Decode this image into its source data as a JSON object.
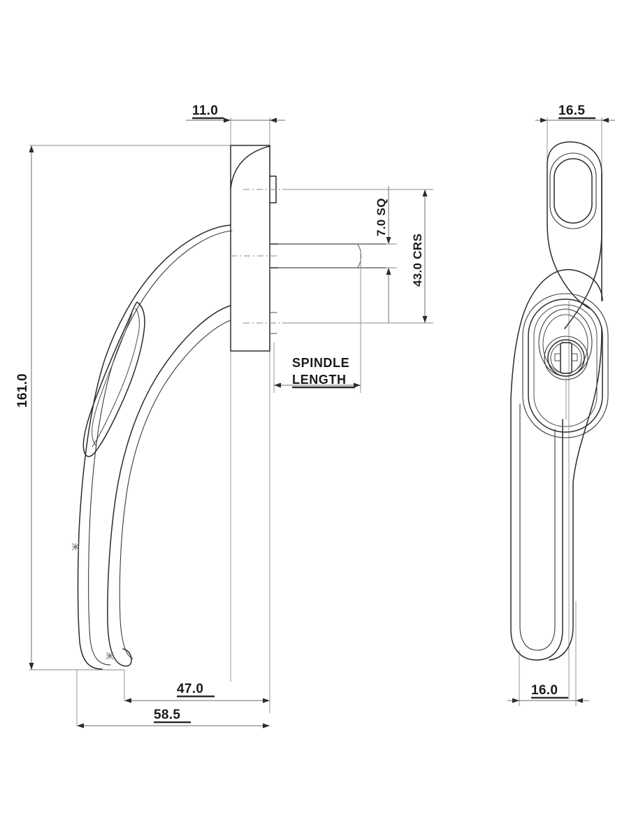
{
  "drawing": {
    "title": "Window Handle — Side and Front Elevation",
    "type": "engineering-dimensioned-drawing",
    "units": "mm",
    "background_color": "#ffffff",
    "line_color": "#2b2b2b",
    "dimension_color": "#6b6b6b"
  },
  "views": {
    "side": {
      "name": "side-elevation-view",
      "description": "Left view: handle lever profile with rose, lock button and spindle"
    },
    "front": {
      "name": "front-elevation-view",
      "description": "Right view: handle seen from the front with oval lock button and keyed cylinder"
    }
  },
  "dimensions": {
    "rose_thickness": {
      "value": "11.0",
      "name": "dimension-rose-thickness",
      "orientation": "horizontal",
      "view": "side"
    },
    "overall_height": {
      "value": "161.0",
      "name": "dimension-overall-height",
      "orientation": "vertical",
      "view": "side"
    },
    "spindle_square": {
      "value": "7.0 SQ",
      "name": "dimension-spindle-square",
      "orientation": "vertical",
      "view": "side"
    },
    "fixing_centres": {
      "value": "43.0 CRS",
      "name": "dimension-fixing-centres",
      "orientation": "vertical",
      "view": "side"
    },
    "handle_projection": {
      "value": "47.0",
      "name": "dimension-handle-projection",
      "orientation": "horizontal",
      "view": "side"
    },
    "overall_depth": {
      "value": "58.5",
      "name": "dimension-overall-depth",
      "orientation": "horizontal",
      "view": "side"
    },
    "rose_width": {
      "value": "16.5",
      "name": "dimension-rose-width",
      "orientation": "horizontal",
      "view": "front"
    },
    "lever_width": {
      "value": "16.0",
      "name": "dimension-lever-width",
      "orientation": "horizontal",
      "view": "front"
    }
  },
  "notes": {
    "spindle_length": {
      "line1": "SPINDLE",
      "line2": "LENGTH",
      "name": "note-spindle-length"
    }
  },
  "features": {
    "lock_button": "oval-lock-button",
    "key_cylinder": "keyed-lock-cylinder",
    "keyway": "key-slot",
    "spindle": "square-spindle-bar",
    "rose": "handle-rose-backplate",
    "lever": "handle-lever-arm",
    "thumb_recess": "thumb-recess-detail"
  }
}
